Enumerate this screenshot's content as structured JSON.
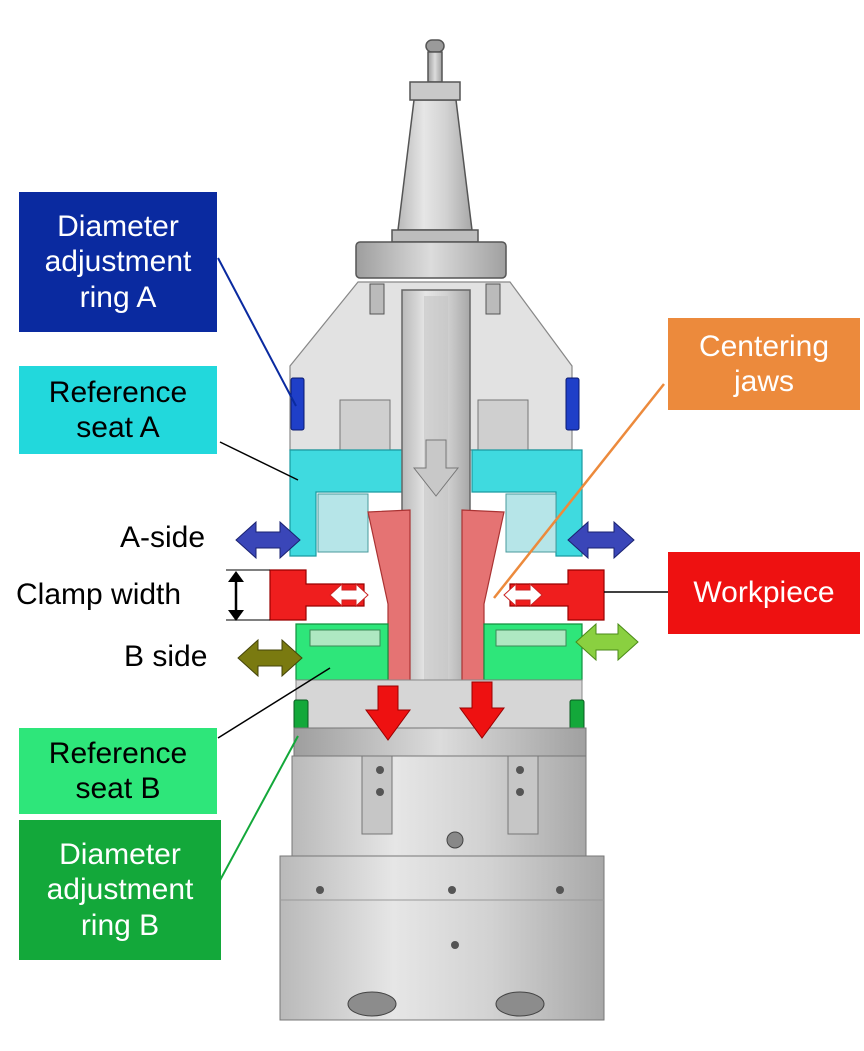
{
  "labels": {
    "ring_a": "Diameter\nadjustment\nring A",
    "seat_a": "Reference\nseat A",
    "a_side": "A-side",
    "clamp_width": "Clamp width",
    "b_side": "B side",
    "seat_b": "Reference\nseat B",
    "ring_b": "Diameter\nadjustment\nring B",
    "centering_jaws": "Centering\njaws",
    "workpiece": "Workpiece"
  },
  "colors": {
    "ring_a": "#0a2aa0",
    "seat_a": "#22d8dc",
    "seat_b": "#2ee67a",
    "ring_b": "#13a83a",
    "centering_jaws": "#ec8a3c",
    "workpiece": "#ee1111",
    "jaws_fill": "#e57373",
    "arrow_blue": "#3a46b8",
    "arrow_olive": "#7a7a10",
    "arrow_green": "#8ad040"
  }
}
